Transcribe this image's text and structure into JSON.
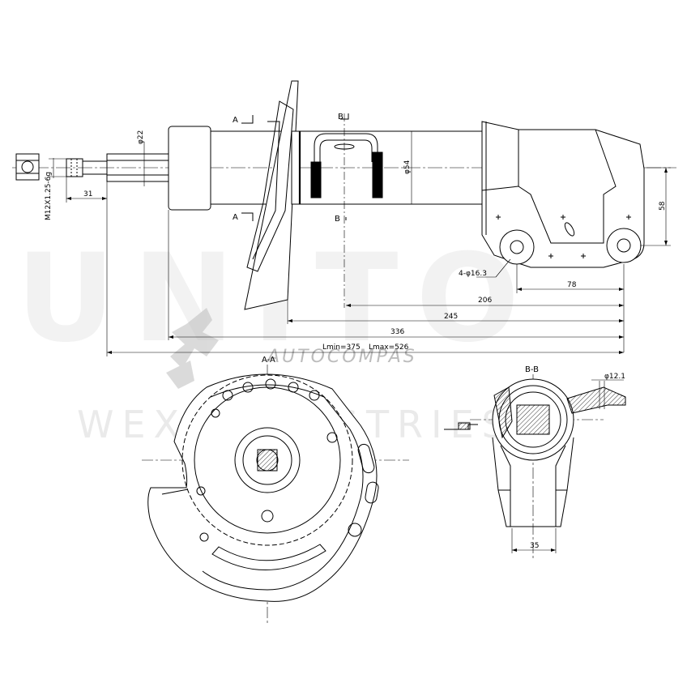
{
  "drawing": {
    "labels": {
      "thread": "M12X1.25-6g",
      "rod_dia": "φ22",
      "body_dia": "φ54",
      "holes": "4-φ16.3",
      "hole_dia": "φ12.1",
      "section_a_top": "A",
      "section_a_bottom": "A",
      "section_b_top": "B",
      "section_b_bottom": "B",
      "view_aa": "A-A",
      "view_bb": "B-B"
    },
    "dimensions": {
      "thread_len": "31",
      "height_58": "58",
      "d78": "78",
      "d206": "206",
      "d245": "245",
      "d336": "336",
      "lmin": "Lmin=375",
      "lmax": "Lmax=526",
      "width_35": "35"
    }
  },
  "watermark": {
    "brand": "AUTOCOMPAS",
    "tagline": "WEX INDUSTRIES",
    "big": "UNITO"
  },
  "colors": {
    "line": "#000000",
    "watermark": "#e3e3e3",
    "fill": "#ffffff",
    "hatch": "#000000"
  }
}
